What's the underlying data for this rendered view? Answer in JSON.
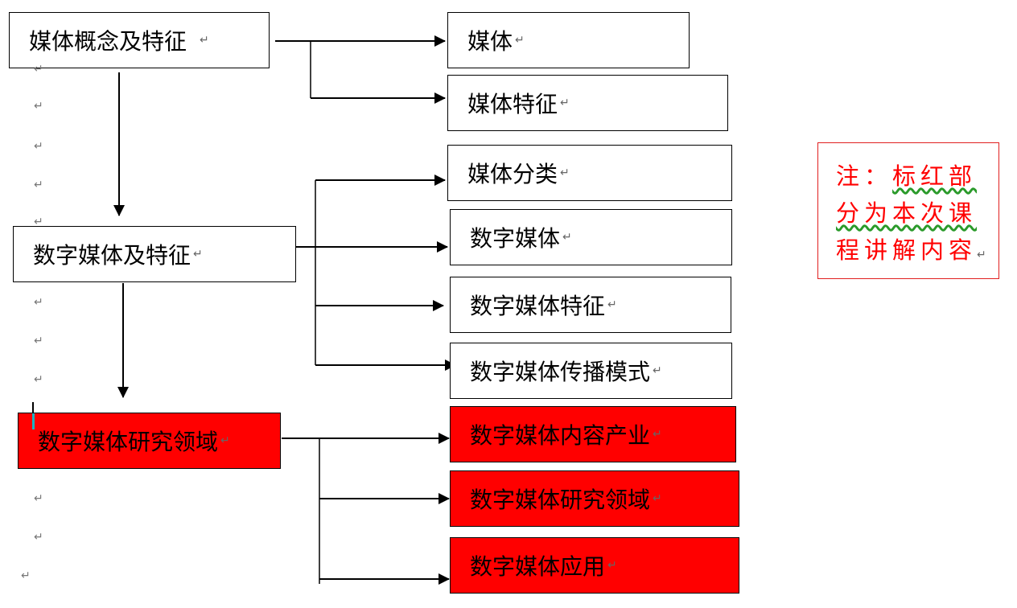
{
  "nodes": {
    "concept": {
      "label": "媒体概念及特征",
      "highlight": false
    },
    "dm": {
      "label": "数字媒体及特征",
      "highlight": false
    },
    "research": {
      "label": "数字媒体研究领域",
      "highlight": true
    },
    "media": {
      "label": "媒体",
      "highlight": false
    },
    "media_feat": {
      "label": "媒体特征",
      "highlight": false
    },
    "media_cat": {
      "label": "媒体分类",
      "highlight": false
    },
    "dmedia": {
      "label": "数字媒体",
      "highlight": false
    },
    "dm_feat": {
      "label": "数字媒体特征",
      "highlight": false
    },
    "dm_mode": {
      "label": "数字媒体传播模式",
      "highlight": false
    },
    "dm_content": {
      "label": "数字媒体内容产业",
      "highlight": true
    },
    "dm_research": {
      "label": "数字媒体研究领域",
      "highlight": true
    },
    "dm_app": {
      "label": "数字媒体应用",
      "highlight": true
    }
  },
  "note": {
    "line1_prefix": "注：",
    "line1_wavy": "标红部",
    "line2": "分为本次课",
    "line3": "程讲解内容"
  },
  "paragraph_mark": "↵",
  "colors": {
    "highlight": "#ff0000",
    "note_border": "#e02020",
    "note_text": "#ff0000"
  }
}
